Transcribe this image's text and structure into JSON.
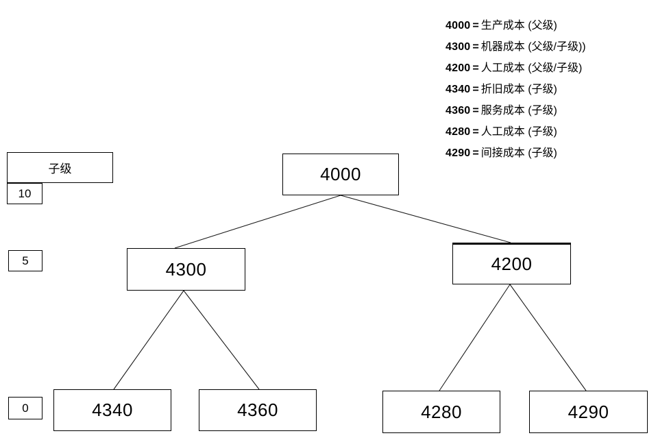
{
  "legend": {
    "separator": "=",
    "entries": [
      {
        "code": "4000",
        "label": "生产成本 (父级)"
      },
      {
        "code": "4300",
        "label": "机器成本 (父级/子级))"
      },
      {
        "code": "4200",
        "label": "人工成本 (父级/子级)"
      },
      {
        "code": "4340",
        "label": "折旧成本 (子级)"
      },
      {
        "code": "4360",
        "label": "服务成本 (子级)"
      },
      {
        "code": "4280",
        "label": "人工成本 (子级)"
      },
      {
        "code": "4290",
        "label": "间接成本 (子级)"
      }
    ]
  },
  "levels": {
    "header_label": "子级",
    "markers": [
      {
        "value": "10"
      },
      {
        "value": "5"
      },
      {
        "value": "0"
      }
    ]
  },
  "tree": {
    "nodes": [
      {
        "id": "root",
        "label": "4000"
      },
      {
        "id": "m1",
        "label": "4300"
      },
      {
        "id": "m2",
        "label": "4200"
      },
      {
        "id": "l1",
        "label": "4340"
      },
      {
        "id": "l2",
        "label": "4360"
      },
      {
        "id": "l3",
        "label": "4280"
      },
      {
        "id": "l4",
        "label": "4290"
      }
    ]
  },
  "colors": {
    "stroke": "#000000",
    "background": "#ffffff",
    "edge": "#1a1a1a"
  }
}
